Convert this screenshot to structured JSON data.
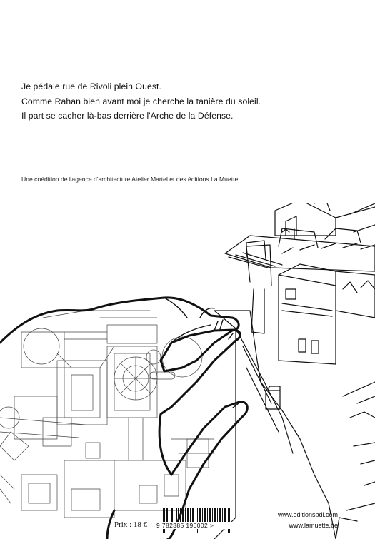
{
  "blurb": {
    "lines": [
      "Je pédale rue de Rivoli plein Ouest.",
      "Comme Rahan bien avant moi je cherche la tanière du soleil.",
      "Il part se cacher là-bas derrière l'Arche de la Défense."
    ]
  },
  "coedition": "Une coédition de l'agence d'architecture Atelier Martel et des éditions La Muette.",
  "price": "Prix : 18 €",
  "barcode": {
    "number": "9 782385 190002 >",
    "icon": "barcode-icon"
  },
  "websites": {
    "primary": "www.editionsbdl.com",
    "secondary": "www.lamuette.be"
  },
  "illustration": {
    "icon": "hand-over-rooftops-drawing"
  }
}
